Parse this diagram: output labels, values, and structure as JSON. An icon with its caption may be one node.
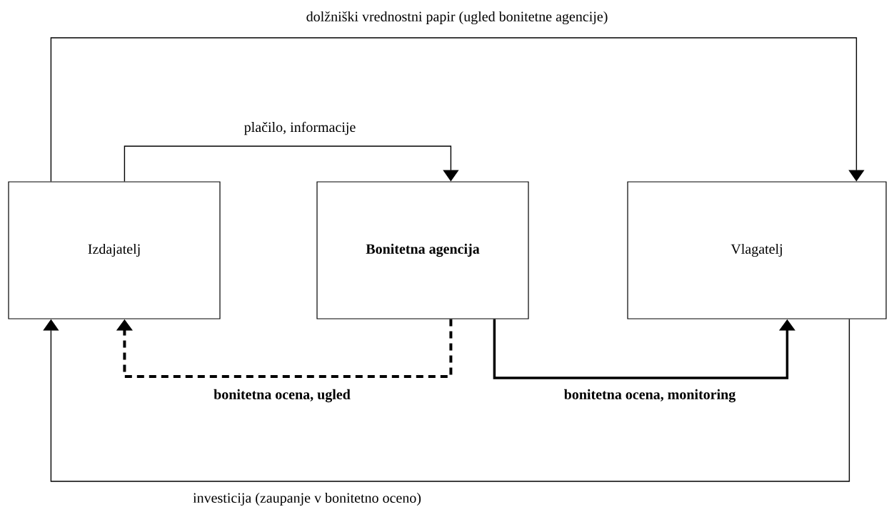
{
  "diagram": {
    "nodes": [
      {
        "text": [
          "Izdajatelj"
        ]
      },
      {
        "text": [
          "Bonitetna agencija"
        ]
      },
      {
        "text": [
          "Vlagatelj"
        ]
      }
    ],
    "edges": [
      {
        "from": 0,
        "to": 2,
        "arrow": "to",
        "label": "dolžniški vrednostni papir (ugled bonitetne agencije)"
      },
      {
        "from": 0,
        "to": 1,
        "arrow": "to",
        "label": "plačilo, informacije"
      },
      {
        "from": 1,
        "to": 0,
        "arrow": "to",
        "label": "bonitetna ocena, ugled",
        "style": "dashed"
      },
      {
        "from": 1,
        "to": 2,
        "arrow": "to",
        "label": "bonitetna ocena, monitoring",
        "style": "thick"
      },
      {
        "from": 2,
        "to": 0,
        "arrow": "to",
        "label": "investicija (zaupanje v bonitetno oceno)"
      }
    ]
  }
}
